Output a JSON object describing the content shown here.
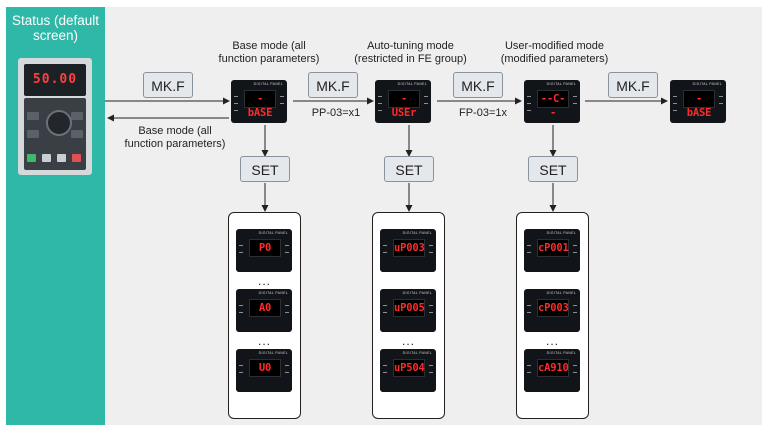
{
  "status_panel": {
    "title": "Status (default\nscreen)",
    "display": "50.00"
  },
  "labels": {
    "base_mode_top": "Base mode (all\nfunction parameters)",
    "base_mode_back": "Base mode (all\nfunction parameters)",
    "auto_tuning_mode": "Auto-tuning mode\n(restricted in FE group)",
    "user_modified_mode": "User-modified mode\n(modified parameters)",
    "pp03": "PP-03=x1",
    "fp03": "FP-03=1x"
  },
  "buttons": {
    "mkf": "MK.F",
    "set": "SET"
  },
  "panel_title": "DIGITAL PANEL",
  "mode_displays": {
    "base": "-bASE",
    "user": "-USEr",
    "modified": "--C--",
    "base_return": "-bASE"
  },
  "lists": {
    "base": [
      "P0",
      "A0",
      "U0"
    ],
    "user": [
      "uP003",
      "uP005",
      "uP504"
    ],
    "modified": [
      "cP001",
      "cP003",
      "cA910"
    ]
  },
  "ellipsis": "..."
}
